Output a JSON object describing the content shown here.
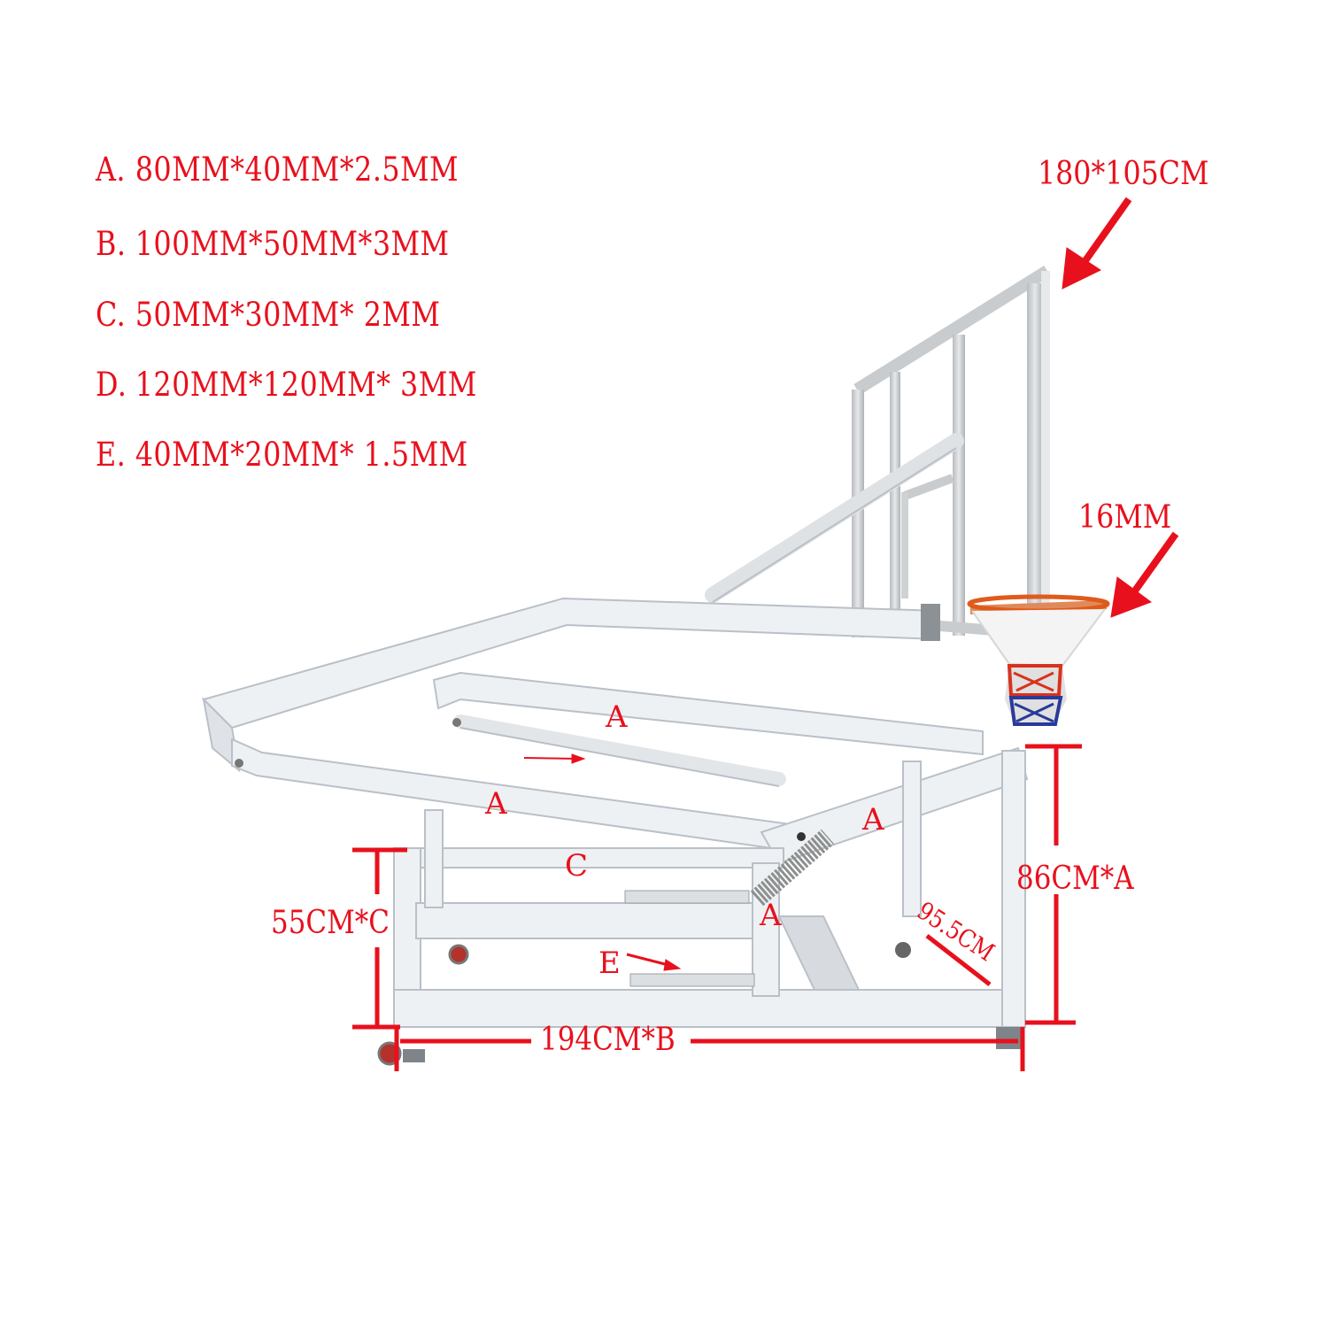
{
  "colors": {
    "annotation": "#e8101c",
    "frame": "#eef1f4",
    "frame_edge": "#b9c0c7",
    "backboard_frame": "#c9ccce",
    "rim": "#e05a1a",
    "net_red": "#d8321e",
    "net_blue": "#2a3a9a",
    "net_white": "#f2f2f2"
  },
  "legend": {
    "items": [
      {
        "key": "A.",
        "spec": "80MM*40MM*2.5MM"
      },
      {
        "key": "B.",
        "spec": "100MM*50MM*3MM"
      },
      {
        "key": "C.",
        "spec": "50MM*30MM* 2MM"
      },
      {
        "key": "D.",
        "spec": "120MM*120MM* 3MM"
      },
      {
        "key": "E.",
        "spec": "40MM*20MM* 1.5MM"
      }
    ]
  },
  "dimensions": {
    "backboard": "180*105CM",
    "rim": "16MM",
    "height": "86CM*A",
    "depth": "95.5CM",
    "front_height": "55CM*C",
    "length": "194CM*B"
  },
  "member_labels": {
    "upper_arm": "A",
    "lower_arm": "A",
    "right_arm": "A",
    "front_post": "A",
    "crossbar": "C",
    "spring": "E"
  }
}
